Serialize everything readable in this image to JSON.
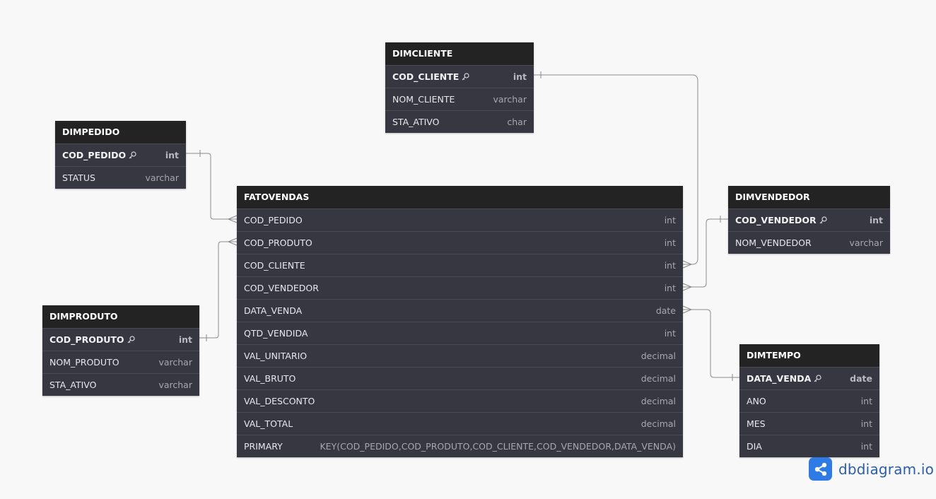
{
  "tables": {
    "dimcliente": {
      "name": "DIMCLIENTE",
      "columns": [
        {
          "name": "COD_CLIENTE",
          "type": "int",
          "pk": true
        },
        {
          "name": "NOM_CLIENTE",
          "type": "varchar"
        },
        {
          "name": "STA_ATIVO",
          "type": "char"
        }
      ]
    },
    "dimpedido": {
      "name": "DIMPEDIDO",
      "columns": [
        {
          "name": "COD_PEDIDO",
          "type": "int",
          "pk": true
        },
        {
          "name": "STATUS",
          "type": "varchar"
        }
      ]
    },
    "fatovendas": {
      "name": "FATOVENDAS",
      "columns": [
        {
          "name": "COD_PEDIDO",
          "type": "int"
        },
        {
          "name": "COD_PRODUTO",
          "type": "int"
        },
        {
          "name": "COD_CLIENTE",
          "type": "int"
        },
        {
          "name": "COD_VENDEDOR",
          "type": "int"
        },
        {
          "name": "DATA_VENDA",
          "type": "date"
        },
        {
          "name": "QTD_VENDIDA",
          "type": "int"
        },
        {
          "name": "VAL_UNITARIO",
          "type": "decimal"
        },
        {
          "name": "VAL_BRUTO",
          "type": "decimal"
        },
        {
          "name": "VAL_DESCONTO",
          "type": "decimal"
        },
        {
          "name": "VAL_TOTAL",
          "type": "decimal"
        },
        {
          "name": "PRIMARY",
          "type": "KEY(COD_PEDIDO,COD_PRODUTO,COD_CLIENTE,COD_VENDEDOR,DATA_VENDA)"
        }
      ]
    },
    "dimvendedor": {
      "name": "DIMVENDEDOR",
      "columns": [
        {
          "name": "COD_VENDEDOR",
          "type": "int",
          "pk": true
        },
        {
          "name": "NOM_VENDEDOR",
          "type": "varchar"
        }
      ]
    },
    "dimproduto": {
      "name": "DIMPRODUTO",
      "columns": [
        {
          "name": "COD_PRODUTO",
          "type": "int",
          "pk": true
        },
        {
          "name": "NOM_PRODUTO",
          "type": "varchar"
        },
        {
          "name": "STA_ATIVO",
          "type": "varchar"
        }
      ]
    },
    "dimtempo": {
      "name": "DIMTEMPO",
      "columns": [
        {
          "name": "DATA_VENDA",
          "type": "date",
          "pk": true
        },
        {
          "name": "ANO",
          "type": "int"
        },
        {
          "name": "MES",
          "type": "int"
        },
        {
          "name": "DIA",
          "type": "int"
        }
      ]
    }
  },
  "relationships": [
    {
      "from": "DIMPEDIDO.COD_PEDIDO",
      "to": "FATOVENDAS.COD_PEDIDO",
      "cardinality": "one-to-many"
    },
    {
      "from": "DIMPRODUTO.COD_PRODUTO",
      "to": "FATOVENDAS.COD_PRODUTO",
      "cardinality": "one-to-many"
    },
    {
      "from": "DIMCLIENTE.COD_CLIENTE",
      "to": "FATOVENDAS.COD_CLIENTE",
      "cardinality": "one-to-many"
    },
    {
      "from": "DIMVENDEDOR.COD_VENDEDOR",
      "to": "FATOVENDAS.COD_VENDEDOR",
      "cardinality": "one-to-many"
    },
    {
      "from": "DIMTEMPO.DATA_VENDA",
      "to": "FATOVENDAS.DATA_VENDA",
      "cardinality": "one-to-many"
    }
  ],
  "brand": {
    "name": "dbdiagram.io",
    "logo_icon": "share-nodes-icon",
    "color": "#2e7be6"
  },
  "colors": {
    "table_header": "#232323",
    "table_body": "#373742",
    "connector": "#8a8a90",
    "background": "#f8f8f9"
  }
}
